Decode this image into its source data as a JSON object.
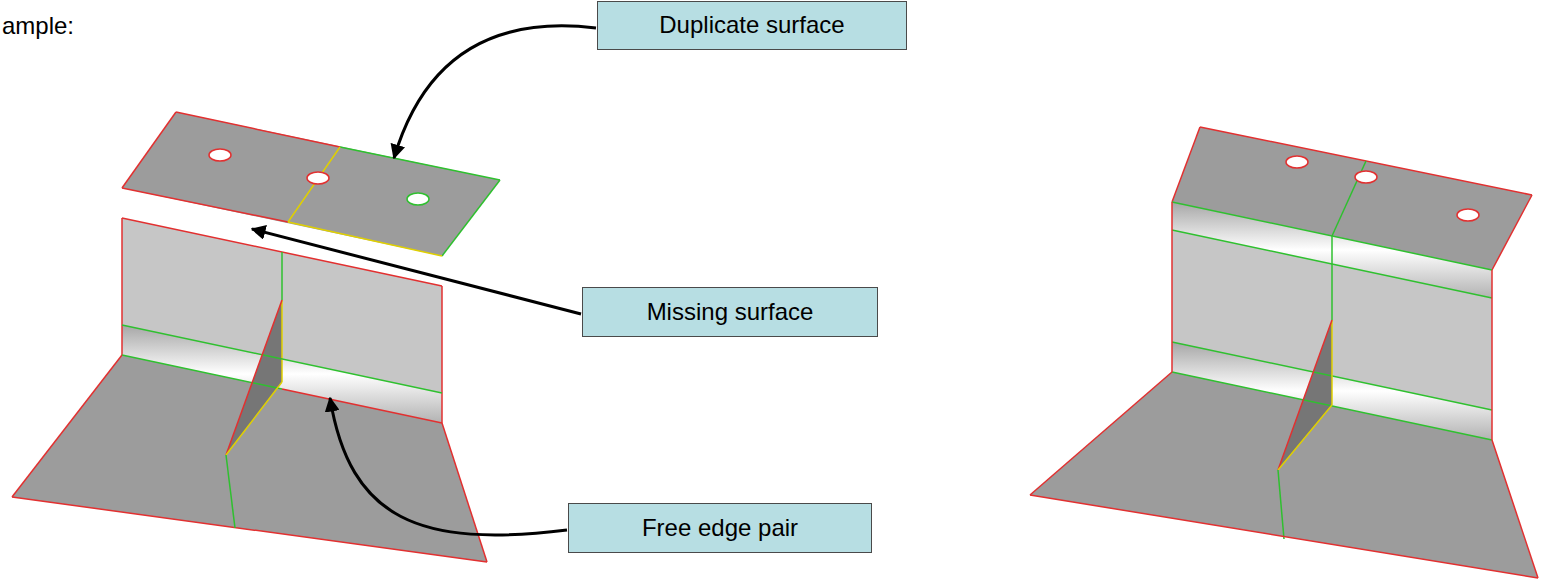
{
  "diagram": {
    "nodes": [
      {
        "text": [
          "Duplicate surface"
        ]
      },
      {
        "text": [
          "Missing surface"
        ]
      },
      {
        "text": [
          "Free edge pair"
        ]
      }
    ],
    "labels": [
      "ample:"
    ]
  }
}
